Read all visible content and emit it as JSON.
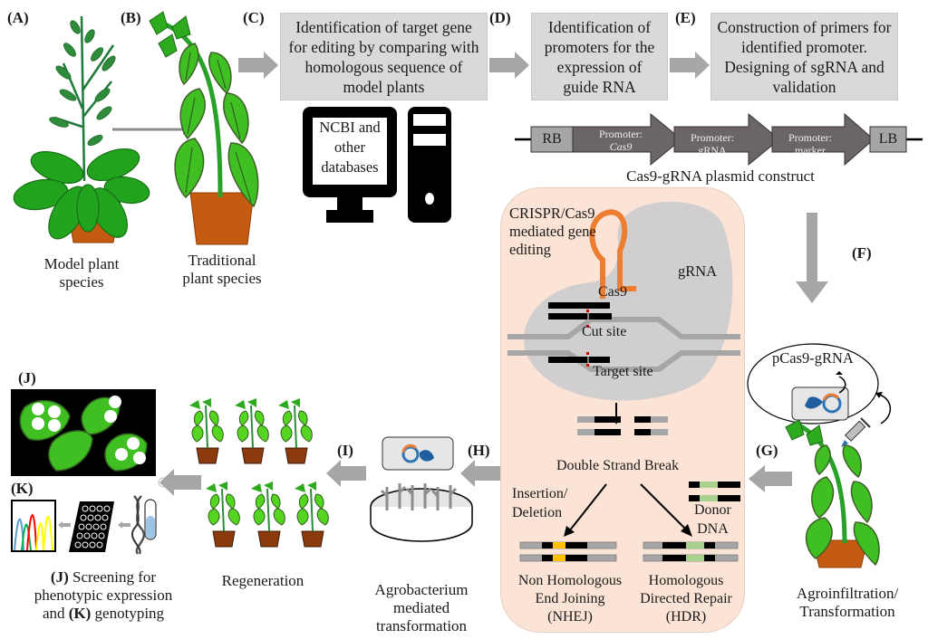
{
  "figure": {
    "labels": {
      "A": "(A)",
      "B": "(B)",
      "C": "(C)",
      "D": "(D)",
      "E": "(E)",
      "F": "(F)",
      "G": "(G)",
      "H": "(H)",
      "I": "(I)",
      "J": "(J)",
      "K": "(K)"
    },
    "plants": {
      "model_caption_line1": "Model plant",
      "model_caption_line2": "species",
      "traditional_caption_line1": "Traditional",
      "traditional_caption_line2": "plant species"
    },
    "steps": {
      "C": "Identification of target gene for editing by comparing with homologous sequence of model plants",
      "D": "Identification of promoters for the expression of guide RNA",
      "E": "Construction of primers for identified promoter. Designing of sgRNA and validation"
    },
    "computer": {
      "screen_line1": "NCBI and",
      "screen_line2": "other",
      "screen_line3": "databases"
    },
    "plasmid": {
      "rb": "RB",
      "lb": "LB",
      "segments": [
        {
          "title": "Promoter:",
          "sub": "Cas9",
          "italic": true
        },
        {
          "title": "Promoter:",
          "sub": "gRNA",
          "italic": false
        },
        {
          "title": "Promoter:",
          "sub": "marker",
          "italic": false
        }
      ],
      "caption": "Cas9-gRNA plasmid construct"
    },
    "crispr": {
      "title_line1": "CRISPR/Cas9",
      "title_line2": "mediated gene",
      "title_line3": "editing",
      "grna": "gRNA",
      "cas9": "Cas9",
      "cut_site": "Cut site",
      "target_site": "Target site",
      "dsb": "Double Strand Break",
      "indel_line1": "Insertion/",
      "indel_line2": "Deletion",
      "donor_line1": "Donor",
      "donor_line2": "DNA",
      "nhej_line1": "Non Homologous",
      "nhej_line2": "End Joining",
      "nhej_line3": "(NHEJ)",
      "hdr_line1": "Homologous",
      "hdr_line2": "Directed Repair",
      "hdr_line3": "(HDR)"
    },
    "agro": {
      "vector_label": "pCas9-gRNA",
      "caption_line1": "Agroinfiltration/",
      "caption_line2": "Transformation"
    },
    "transformation": {
      "caption_line1": "Agrobacterium",
      "caption_line2": "mediated",
      "caption_line3": "transformation"
    },
    "regeneration": {
      "caption": "Regeneration"
    },
    "screening": {
      "caption_J": "(J)",
      "caption_J_text": " Screening for",
      "caption_line2": "phenotypic expression",
      "caption_line3_pre": "and ",
      "caption_K": "(K)",
      "caption_K_text": " genotyping"
    },
    "colors": {
      "step_box": "#d9d9d9",
      "arrow": "#a6a6a6",
      "panel": "#fbe3d6",
      "grna": "#ed7d31",
      "donor": "#a9d18e",
      "insertion": "#ffc000",
      "plasmid_dark": "#6b6565",
      "plasmid_light": "#a6a6a6",
      "pot": "#c55a11",
      "leaf": "#2eaa1e"
    }
  }
}
